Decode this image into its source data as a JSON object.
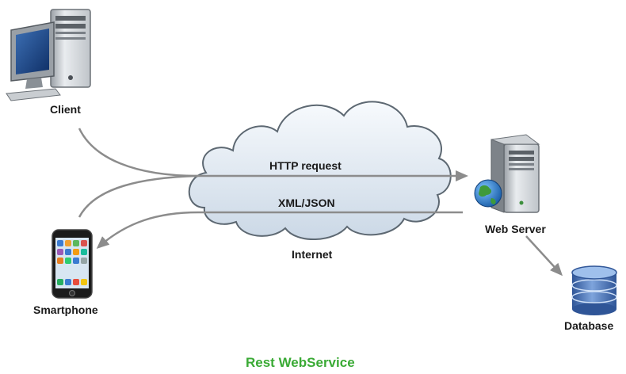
{
  "nodes": {
    "client": "Client",
    "smartphone": "Smartphone",
    "web_server": "Web Server",
    "database": "Database",
    "internet": "Internet"
  },
  "arrows": {
    "request": "HTTP request",
    "response": "XML/JSON"
  },
  "caption": "Rest WebService",
  "colors": {
    "caption": "#3aaa35",
    "arrow": "#8c8c8c",
    "cloud_fill": "#e4edf5",
    "cloud_stroke": "#5d6872",
    "db_blue": "#4a73b6"
  },
  "icons": [
    "desktop-computer-icon",
    "smartphone-icon",
    "server-tower-icon",
    "globe-icon",
    "database-icon",
    "cloud-icon"
  ]
}
